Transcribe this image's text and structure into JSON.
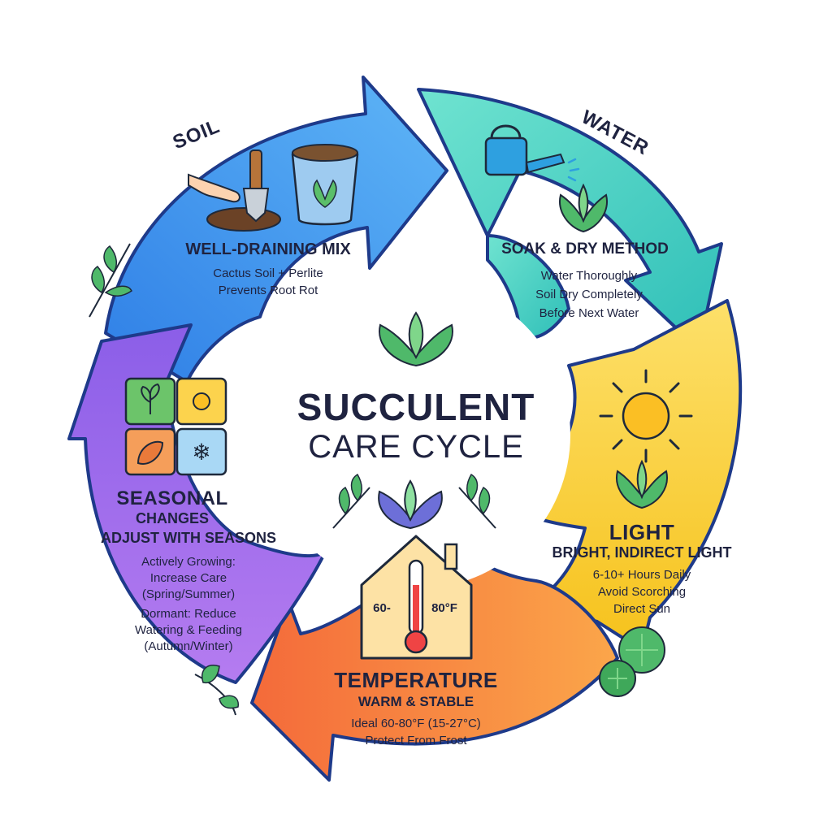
{
  "title": {
    "line1": "SUCCULENT",
    "line2": "CARE CYCLE"
  },
  "segments": {
    "soil": {
      "label": "SOIL",
      "heading": "WELL-DRAINING MIX",
      "body": [
        "Cactus Soil + Perlite",
        "Prevents Root Rot"
      ],
      "color": "#3b9af0"
    },
    "water": {
      "label": "WATER",
      "heading": "SOAK & DRY METHOD",
      "body": [
        "Water Thoroughly",
        "Soil Dry Completely",
        "Before Next Water"
      ],
      "color": "#3fd0c0"
    },
    "light": {
      "label": "LIGHT",
      "heading": "BRIGHT, INDIRECT LIGHT",
      "body": [
        "6-10+ Hours Daily",
        "Avoid Scorching",
        "Direct Sun"
      ],
      "color": "#f7cc2a"
    },
    "temperature": {
      "label": "TEMPERATURE",
      "heading": "WARM & STABLE",
      "body": [
        "Ideal 60-80°F (15-27°C)",
        "Protect From Frost"
      ],
      "thermo_low": "60-",
      "thermo_high": "80°F",
      "color": "#f7843a"
    },
    "seasonal": {
      "label1": "SEASONAL",
      "label2": "CHANGES",
      "heading": "ADJUST WITH SEASONS",
      "body": [
        "Actively Growing:",
        "Increase Care",
        "(Spring/Summer)",
        "Dormant: Reduce",
        "Watering & Feeding",
        "(Autumn/Winter)"
      ],
      "color": "#a06be6"
    }
  },
  "icons": [
    "hand-trowel-icon",
    "soil-bag-icon",
    "watering-can-icon",
    "succulent-icon",
    "sun-icon",
    "thermometer-house-icon",
    "seasons-grid-icon",
    "leaf-sprig-icon"
  ]
}
